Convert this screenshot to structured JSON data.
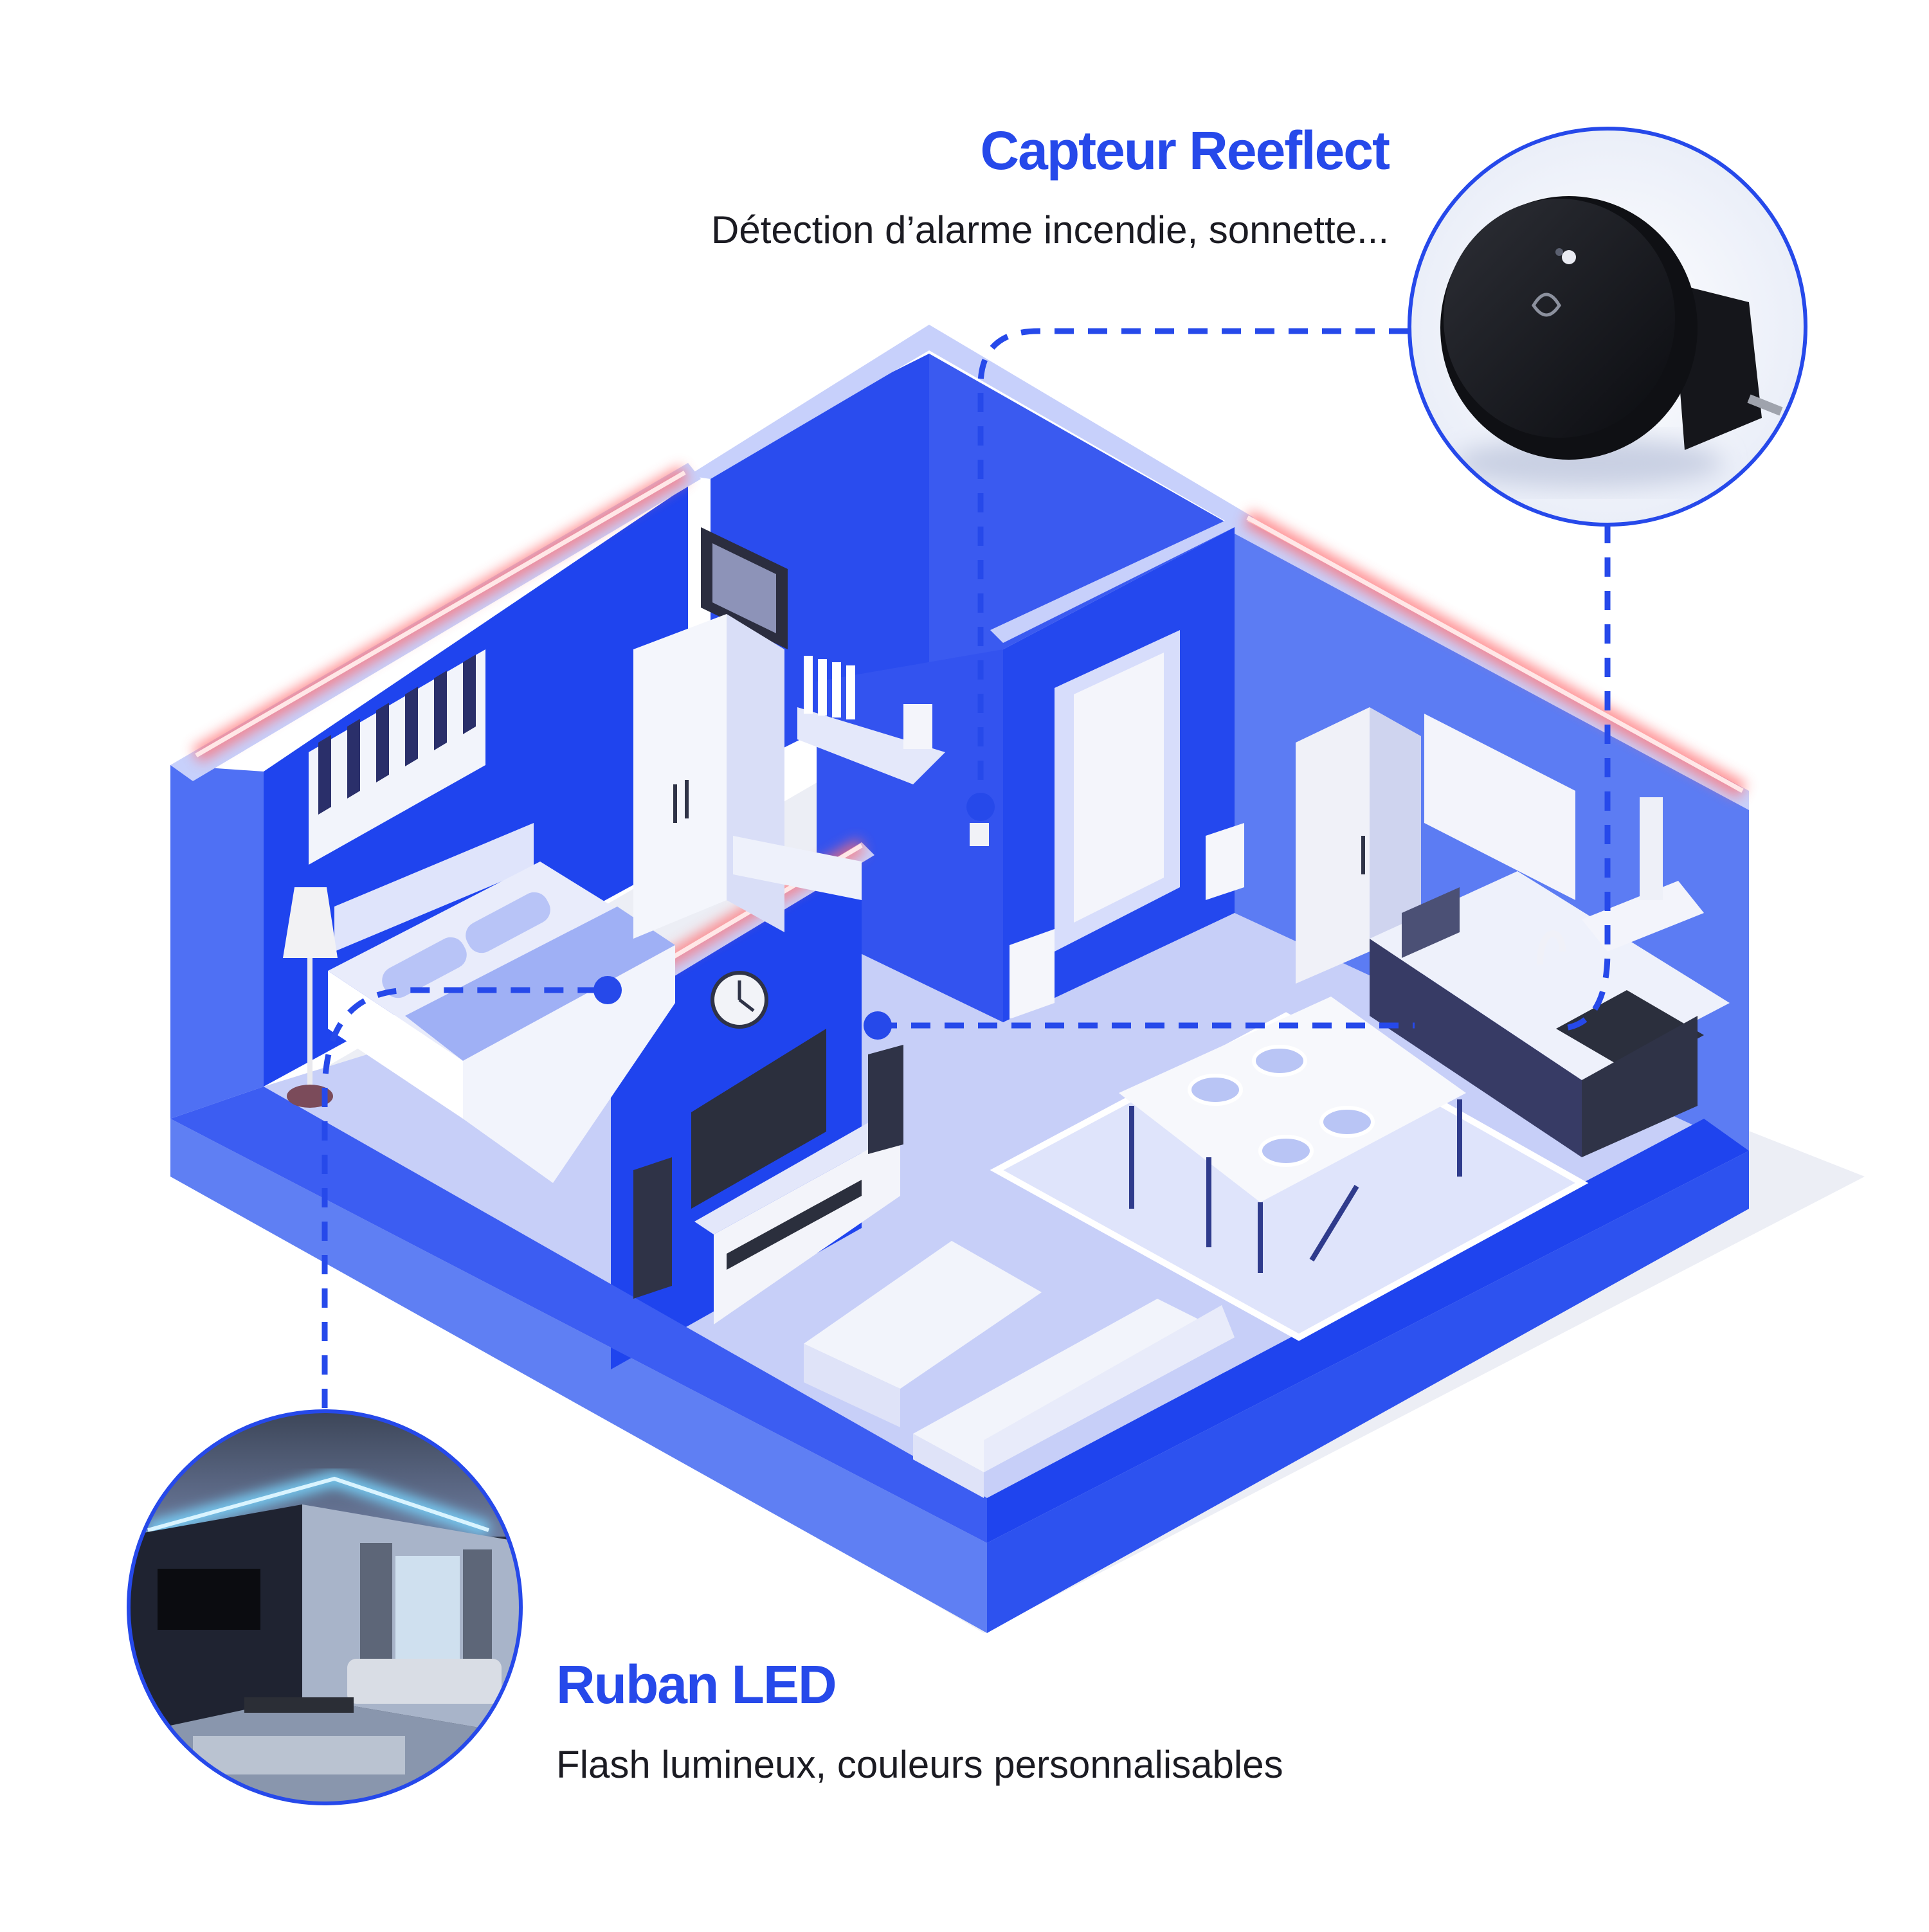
{
  "colors": {
    "brand_blue": "#2649ea",
    "wall_blue": "#1f44ee",
    "floor_light": "#c9d1fb",
    "led_glow": "#ff6f73",
    "text_dark": "#1b1b22"
  },
  "callouts": {
    "sensor": {
      "title": "Capteur Reeflect",
      "description": "Détection d’alarme incendie, sonnette..."
    },
    "led": {
      "title": "Ruban LED",
      "description": "Flash lumineux, couleurs personnalisables"
    }
  },
  "icons": {
    "sensor_photo": "plug-in-sensor-photo",
    "led_photo": "led-lit-living-room-photo",
    "house": "isometric-apartment-illustration"
  }
}
